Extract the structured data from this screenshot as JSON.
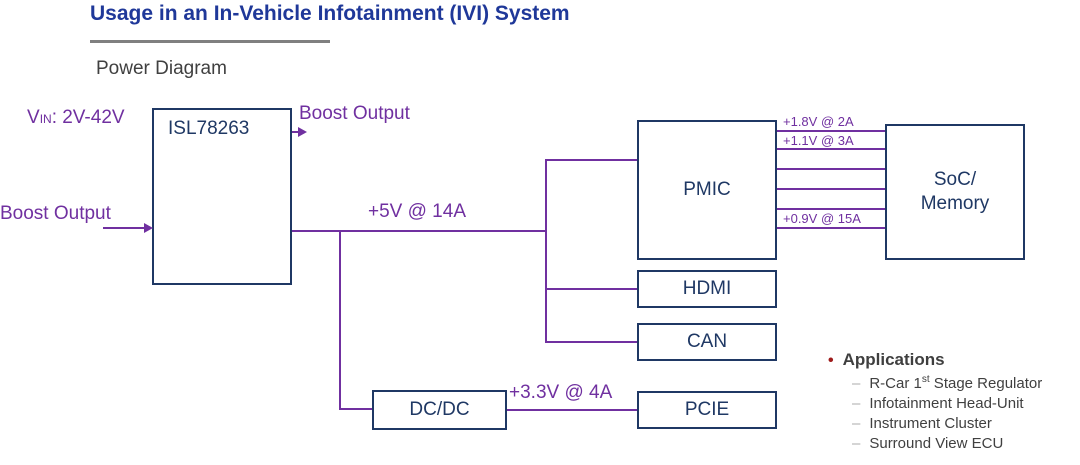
{
  "title": "Usage in an In-Vehicle Infotainment (IVI) System",
  "subtitle": "Power Diagram",
  "diagram": {
    "vin": {
      "pre": "V",
      "sub": "IN",
      "post": ": 2V-42V"
    },
    "regulator_label": "ISL78263",
    "boost_output_top": "Boost Output",
    "boost_output_left": "Boost Output",
    "rail_5v": "+5V @ 14A",
    "rail_3v3": "+3.3V @ 4A",
    "pmic_label": "PMIC",
    "hdmi_label": "HDMI",
    "can_label": "CAN",
    "dcdc_label": "DC/DC",
    "pcie_label": "PCIE",
    "soc_label_line1": "SoC/",
    "soc_label_line2": "Memory",
    "soc_rails": [
      "+1.8V @ 2A",
      "+1.1V @ 3A",
      "+0.9V @ 15A"
    ]
  },
  "applications": {
    "bullet": "•",
    "dash": "–",
    "heading": "Applications",
    "items": [
      {
        "pre": "R-Car 1",
        "sup": "st",
        "post": " Stage Regulator"
      },
      {
        "pre": "Infotainment Head-Unit",
        "sup": "",
        "post": ""
      },
      {
        "pre": "Instrument Cluster",
        "sup": "",
        "post": ""
      },
      {
        "pre": "Surround View ECU",
        "sup": "",
        "post": ""
      }
    ]
  },
  "colors": {
    "title-blue": "#1F3899",
    "box-blue": "#1F3864",
    "purple": "#7030A0",
    "gray-text": "#404040",
    "light-gray": "#ABABAB",
    "bullet-red": "#9E1B1B",
    "rule-gray": "#808080"
  }
}
